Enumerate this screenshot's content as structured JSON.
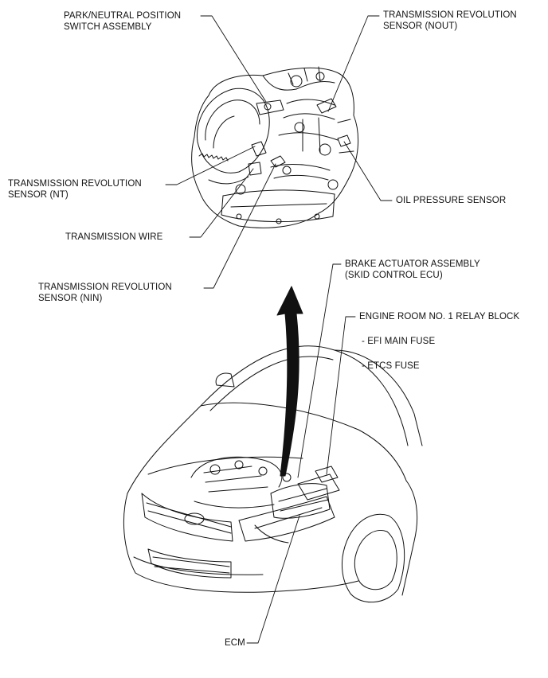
{
  "labels": {
    "park_neutral": [
      "PARK/NEUTRAL POSITION",
      "SWITCH ASSEMBLY"
    ],
    "trans_rev_nout": [
      "TRANSMISSION REVOLUTION",
      "SENSOR (NOUT)"
    ],
    "trans_rev_nt": [
      "TRANSMISSION REVOLUTION",
      "SENSOR (NT)"
    ],
    "oil_pressure": "OIL PRESSURE SENSOR",
    "trans_wire": "TRANSMISSION WIRE",
    "trans_rev_nin": [
      "TRANSMISSION REVOLUTION",
      "SENSOR (NIN)"
    ],
    "brake_actuator": [
      "BRAKE ACTUATOR ASSEMBLY",
      "(SKID CONTROL ECU)"
    ],
    "relay_block": "ENGINE ROOM NO. 1 RELAY BLOCK",
    "efi_fuse": "- EFI MAIN FUSE",
    "etcs_fuse": "- ETCS FUSE",
    "ecm": "ECM"
  },
  "colors": {
    "ink": "#111111",
    "background": "#ffffff"
  }
}
